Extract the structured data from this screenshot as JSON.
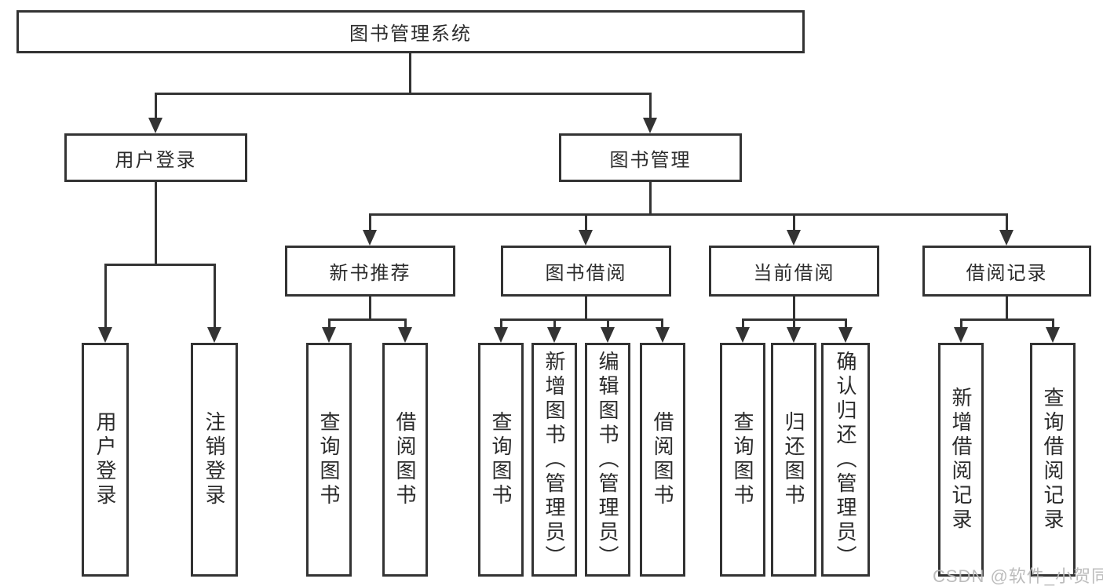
{
  "diagram": {
    "root": {
      "label": "图书管理系统"
    },
    "level2": {
      "user_login": {
        "label": "用户登录"
      },
      "book_mgmt": {
        "label": "图书管理"
      }
    },
    "level3": {
      "new_books": {
        "label": "新书推荐"
      },
      "book_borrow": {
        "label": "图书借阅"
      },
      "current_borrow": {
        "label": "当前借阅"
      },
      "borrow_records": {
        "label": "借阅记录"
      }
    },
    "leaves": {
      "user_login": [
        "用户登录",
        "注销登录"
      ],
      "new_books": [
        "查询图书",
        "借阅图书"
      ],
      "book_borrow": [
        "查询图书",
        "新增图书（管理员）",
        "编辑图书（管理员）",
        "借阅图书"
      ],
      "current_borrow": [
        "查询图书",
        "归还图书",
        "确认归还（管理员）"
      ],
      "borrow_records": [
        "新增借阅记录",
        "查询借阅记录"
      ]
    }
  },
  "watermark": "CSDN @软件_小贺同学",
  "colors": {
    "line": "#333333",
    "text": "#2b2b2b",
    "background": "#ffffff",
    "watermark": "#b8b8b8"
  }
}
